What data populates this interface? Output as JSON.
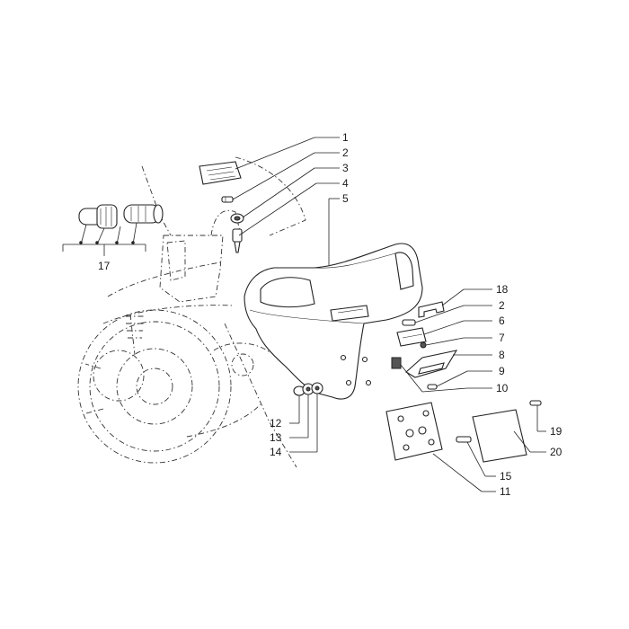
{
  "diagram": {
    "colors": {
      "line": "#222222",
      "background": "#ffffff"
    },
    "callouts": [
      {
        "id": "c1",
        "label": "1"
      },
      {
        "id": "c2a",
        "label": "2"
      },
      {
        "id": "c3",
        "label": "3"
      },
      {
        "id": "c4",
        "label": "4"
      },
      {
        "id": "c5",
        "label": "5"
      },
      {
        "id": "c17",
        "label": "17"
      },
      {
        "id": "c18",
        "label": "18"
      },
      {
        "id": "c2b",
        "label": "2"
      },
      {
        "id": "c6",
        "label": "6"
      },
      {
        "id": "c7",
        "label": "7"
      },
      {
        "id": "c8",
        "label": "8"
      },
      {
        "id": "c9",
        "label": "9"
      },
      {
        "id": "c10",
        "label": "10"
      },
      {
        "id": "c12",
        "label": "12"
      },
      {
        "id": "c13",
        "label": "13"
      },
      {
        "id": "c14",
        "label": "14"
      },
      {
        "id": "c19",
        "label": "19"
      },
      {
        "id": "c20",
        "label": "20"
      },
      {
        "id": "c15",
        "label": "15"
      },
      {
        "id": "c11",
        "label": "11"
      }
    ]
  }
}
